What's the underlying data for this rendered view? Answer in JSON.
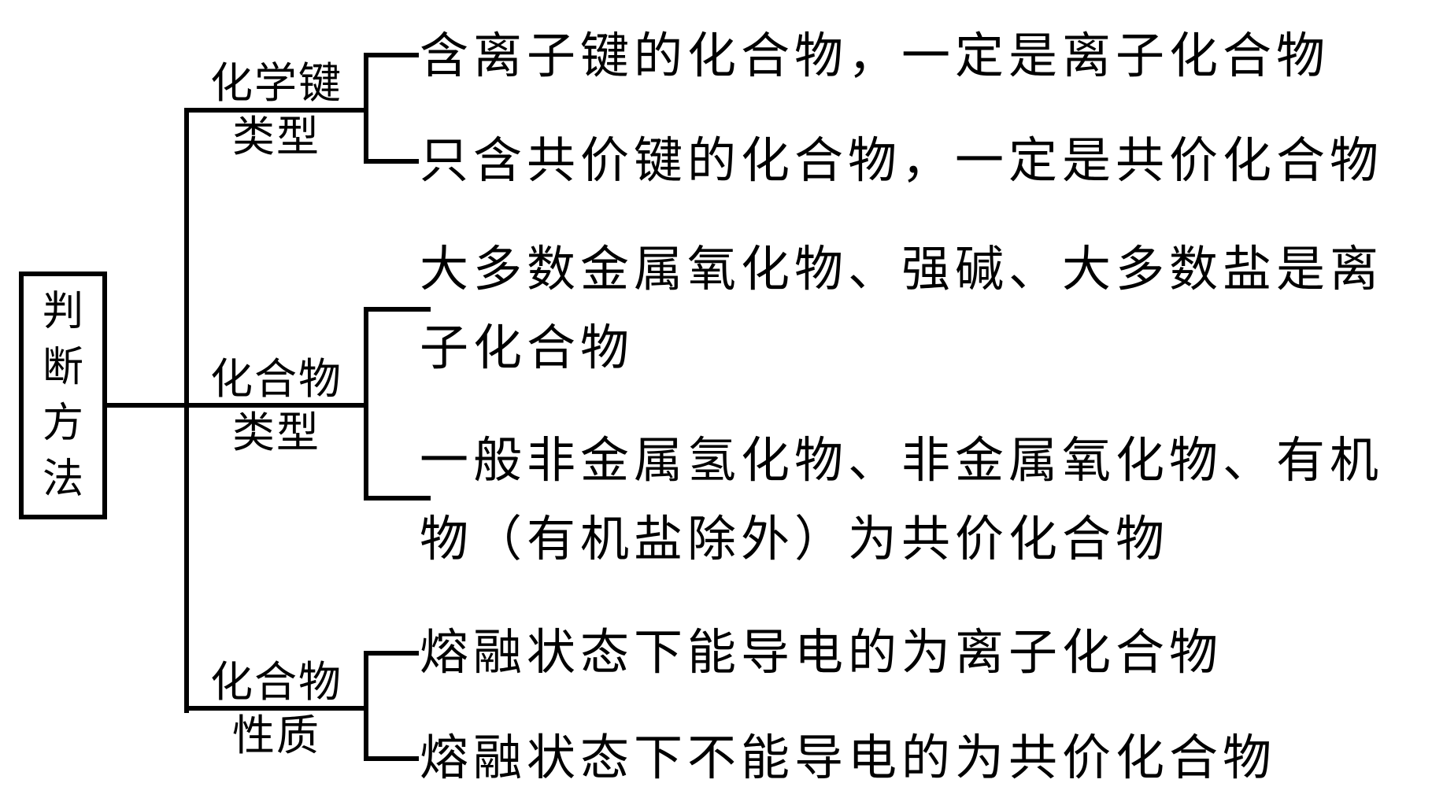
{
  "colors": {
    "background": "#ffffff",
    "line": "#000000",
    "text": "#000000"
  },
  "root": {
    "label": "判断方法"
  },
  "branches": [
    {
      "label_line1": "化学键",
      "label_line2": "类型",
      "children": [
        {
          "text": "含离子键的化合物，一定是离子化合物"
        },
        {
          "text": "只含共价键的化合物，一定是共价化合物"
        }
      ]
    },
    {
      "label_line1": "化合物",
      "label_line2": "类型",
      "children": [
        {
          "line1": "大多数金属氧化物、强碱、大多数盐是离",
          "line2": "子化合物"
        },
        {
          "line1": "一般非金属氢化物、非金属氧化物、有机",
          "line2": "物（有机盐除外）为共价化合物"
        }
      ]
    },
    {
      "label_line1": "化合物",
      "label_line2": "性质",
      "children": [
        {
          "text": "熔融状态下能导电的为离子化合物"
        },
        {
          "text": "熔融状态下不能导电的为共价化合物"
        }
      ]
    }
  ]
}
